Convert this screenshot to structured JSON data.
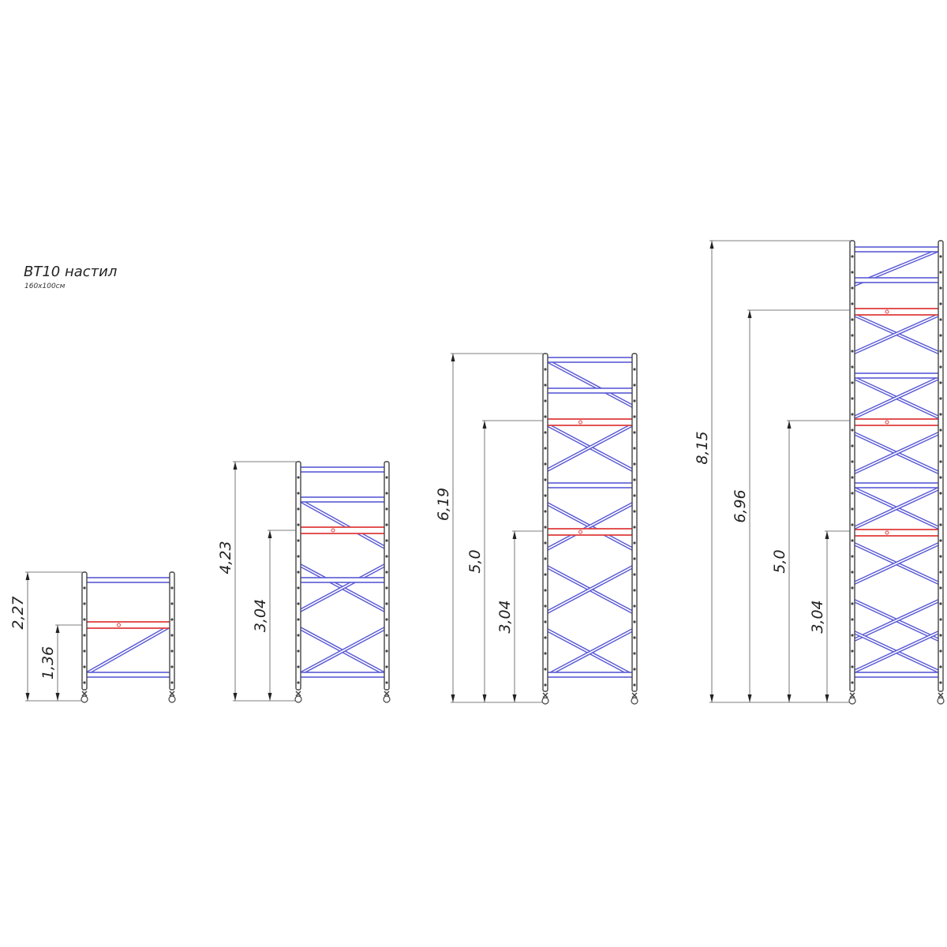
{
  "title": "BT10 настил",
  "subtitle": "160x100см",
  "colors": {
    "brace": "#5a5ad6",
    "platform": "#e04040",
    "frame": "#444444",
    "dimension": "#555555"
  },
  "towers": [
    {
      "name": "tower-1",
      "dimensions": [
        "2,27",
        "1,36"
      ]
    },
    {
      "name": "tower-2",
      "dimensions": [
        "4,23",
        "3,04"
      ]
    },
    {
      "name": "tower-3",
      "dimensions": [
        "6,19",
        "5,0",
        "3,04"
      ]
    },
    {
      "name": "tower-4",
      "dimensions": [
        "8,15",
        "6,96",
        "5,0",
        "3,04"
      ]
    }
  ]
}
